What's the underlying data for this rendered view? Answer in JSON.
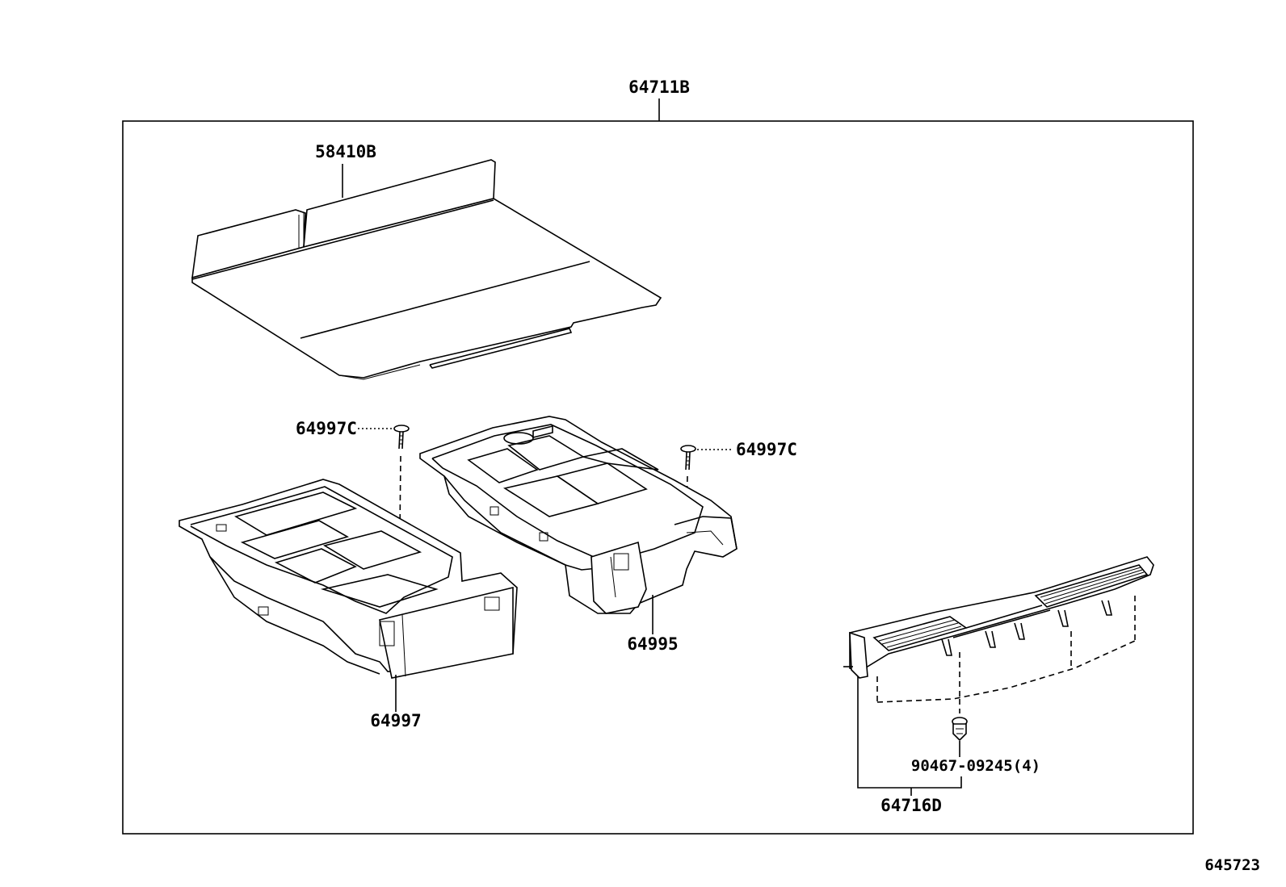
{
  "labels": {
    "assembly": "64711B",
    "cover": "58410B",
    "clip_left": "64997C",
    "clip_right": "64997C",
    "box_rear": "64995",
    "box_front": "64997",
    "clip_fastener": "90467-09245(4)",
    "scuff_plate": "64716D",
    "drawing_number": "645723"
  }
}
